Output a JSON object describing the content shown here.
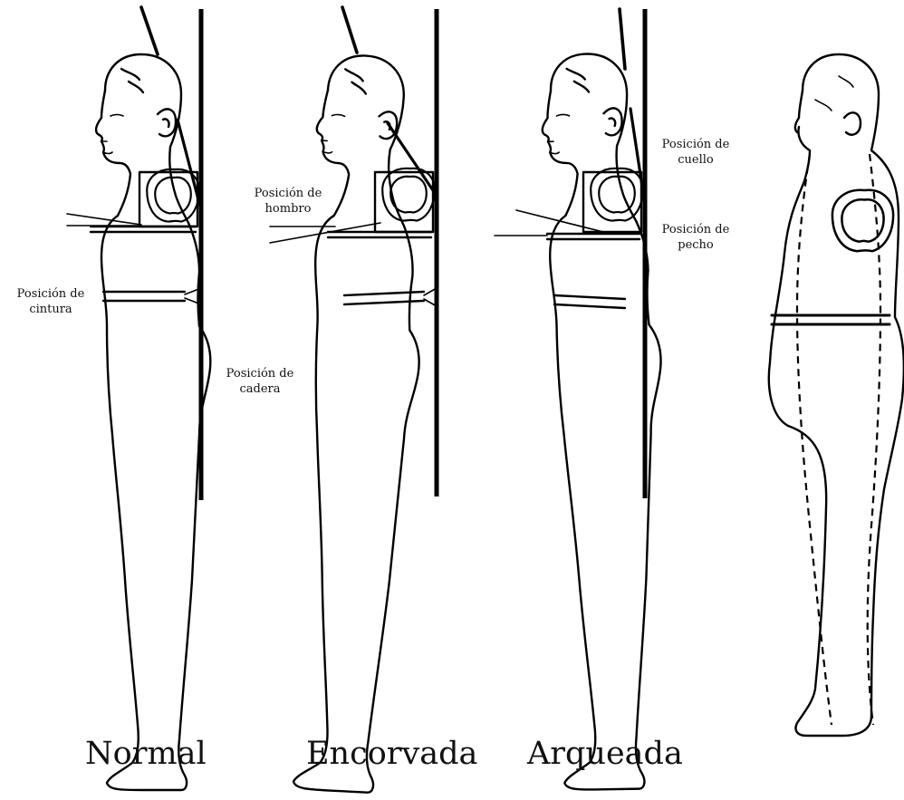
{
  "labels": {
    "waist": "Posición de\ncintura",
    "hip": "Posición de\ncadera",
    "shoulder": "Posición de\nhombro",
    "neck": "Posición de\ncuello",
    "chest": "Posición de\npecho"
  },
  "captions": {
    "normal": "Normal",
    "stooped": "Encorvada",
    "arched": "Arqueada"
  }
}
